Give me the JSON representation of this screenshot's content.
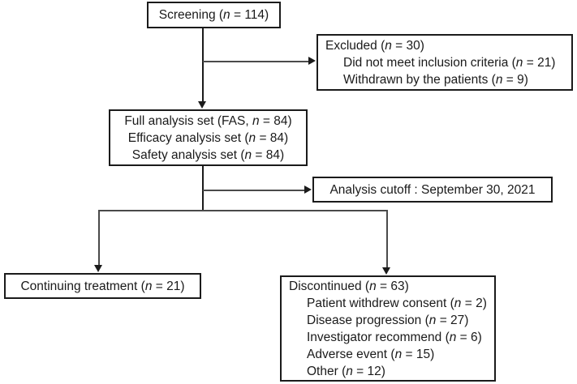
{
  "diagram": {
    "title": "CONSORT-style participant flow diagram",
    "nodes": {
      "screening": {
        "lines": [
          "Screening (n = 114)"
        ]
      },
      "excluded": {
        "heading": "Excluded (n = 30)",
        "items": [
          "Did not meet inclusion criteria (n = 21)",
          "Withdrawn by the patients (n = 9)"
        ]
      },
      "analysis_sets": {
        "lines": [
          "Full analysis set (FAS, n = 84)",
          "Efficacy analysis set (n = 84)",
          "Safety analysis set (n = 84)"
        ]
      },
      "cutoff": {
        "lines": [
          "Analysis cutoff : September 30, 2021"
        ]
      },
      "continuing": {
        "lines": [
          "Continuing treatment (n = 21)"
        ]
      },
      "discontinued": {
        "heading": "Discontinued (n = 63)",
        "items": [
          "Patient withdrew consent (n = 2)",
          "Disease progression (n = 27)",
          "Investigator recommend (n = 6)",
          "Adverse event (n = 15)",
          "Other (n = 12)"
        ]
      }
    },
    "colors": {
      "border": "#1b1b1b",
      "connector": "#1b1b1b",
      "connector_thin": "#4a4a4a",
      "background": "#ffffff",
      "text": "#1a1a1a"
    }
  }
}
